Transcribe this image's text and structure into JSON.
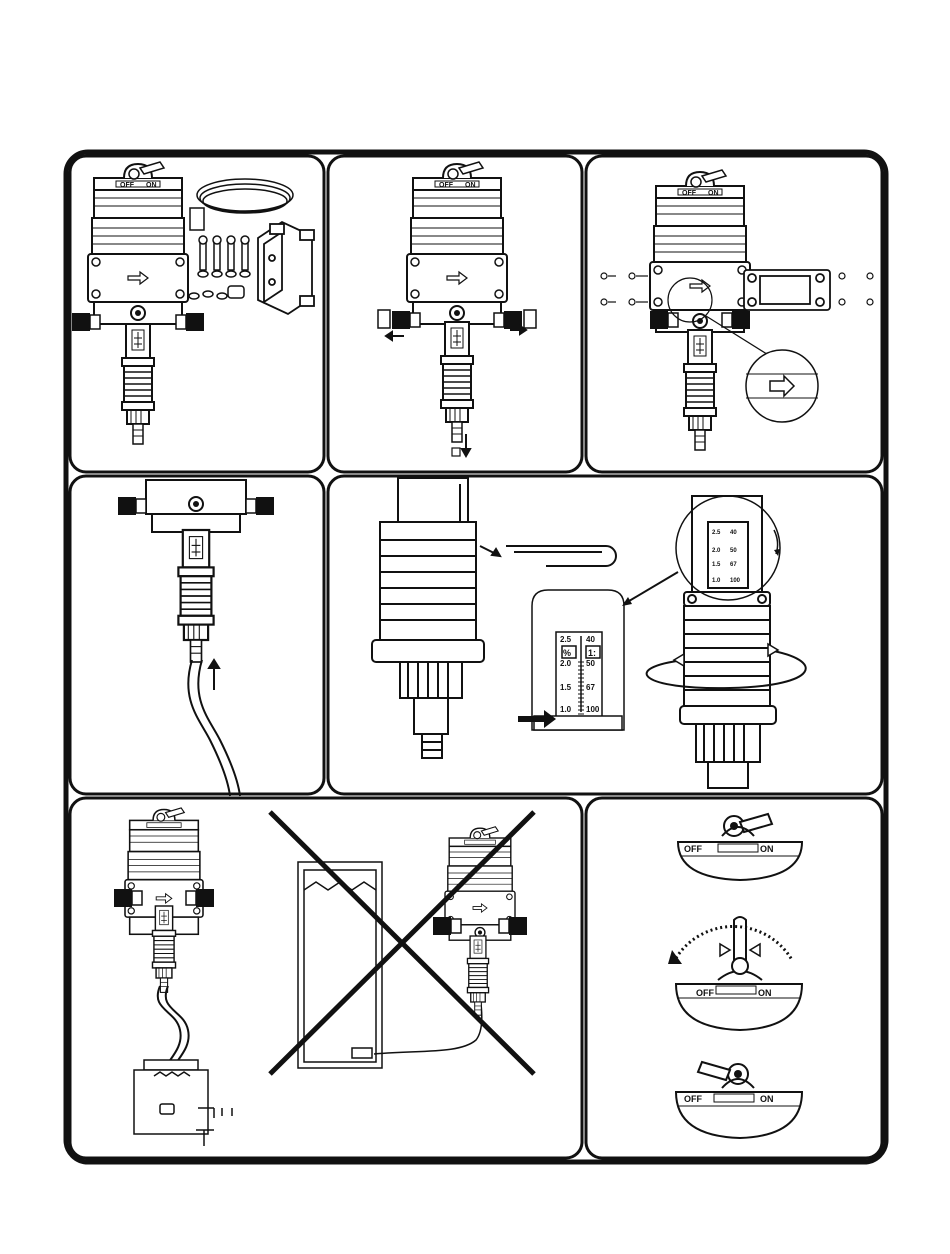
{
  "panels": {
    "p1": {
      "label": "Unpacked dosing pump with tubing, mounting bolts, washers, nuts and wall bracket"
    },
    "p2": {
      "label": "Remove plugs from inlet, outlet and suction fitting"
    },
    "p3": {
      "label": "Bracket mounting with flow direction arrow detail"
    },
    "p4": {
      "label": "Connect suction tube to fitting"
    },
    "p5": {
      "label": "Dose adjustment: remove clip, rotate adjusting nut to set ratio"
    },
    "p6": {
      "label": "Correct chemical container placement vs incorrect"
    },
    "p7": {
      "label": "Bypass lever positions OFF / ON"
    }
  },
  "switch": {
    "off": "OFF",
    "on": "ON"
  },
  "scale": {
    "left": [
      "2.5",
      "2.0",
      "1.5",
      "1.0",
      "%"
    ],
    "right": [
      "40",
      "50",
      "67",
      "100",
      "1:"
    ],
    "cut_left": "70",
    "cut_right": "130"
  },
  "zoom_scale": {
    "left": [
      "2.5",
      "2.0",
      "1.5",
      "1.0"
    ],
    "right": [
      "40",
      "50",
      "67",
      "100"
    ]
  },
  "colors": {
    "line": "#111111",
    "background": "#ffffff"
  }
}
